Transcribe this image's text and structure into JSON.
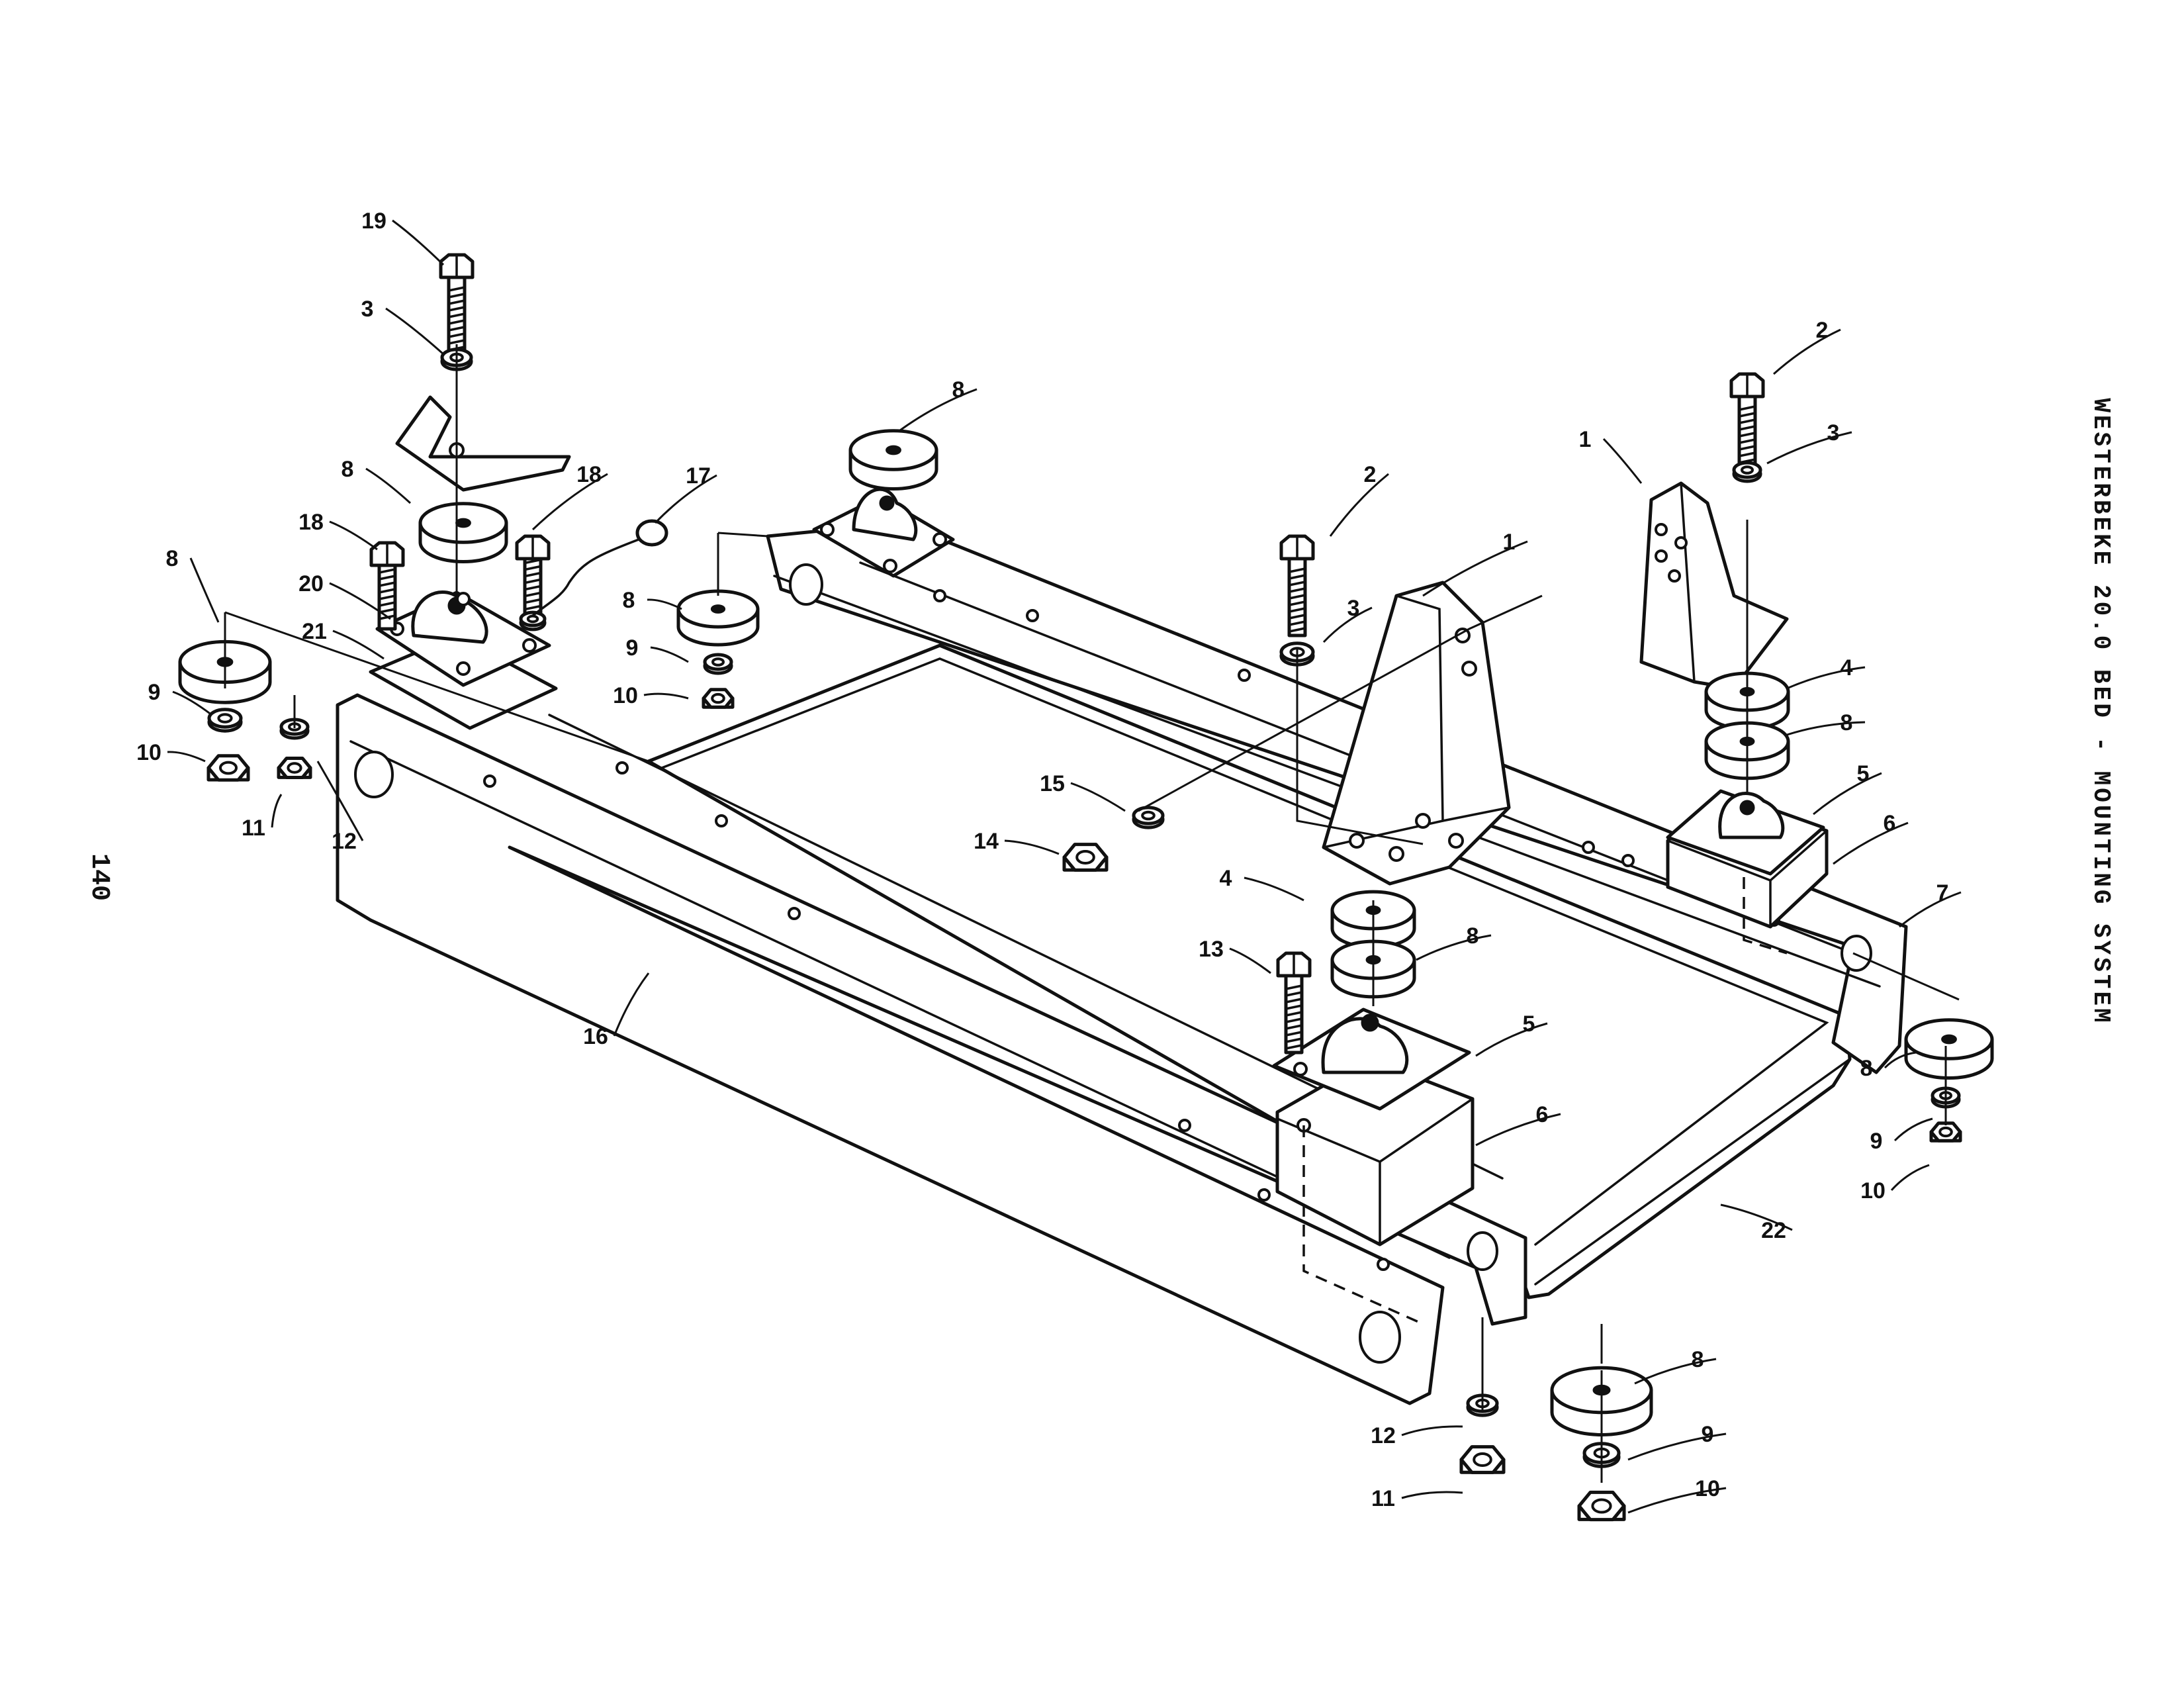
{
  "page_number": "140",
  "side_title": "WESTERBEKE 20.0 BED - MOUNTING SYSTEM",
  "callouts": [
    "19",
    "3",
    "8",
    "18",
    "18",
    "17",
    "20",
    "21",
    "8",
    "9",
    "10",
    "11",
    "12",
    "8",
    "8",
    "9",
    "10",
    "2",
    "3",
    "1",
    "15",
    "14",
    "4",
    "8",
    "13",
    "5",
    "6",
    "16",
    "2",
    "3",
    "1",
    "4",
    "8",
    "5",
    "6",
    "7",
    "8",
    "9",
    "10",
    "22",
    "8",
    "12",
    "11",
    "9",
    "10"
  ]
}
